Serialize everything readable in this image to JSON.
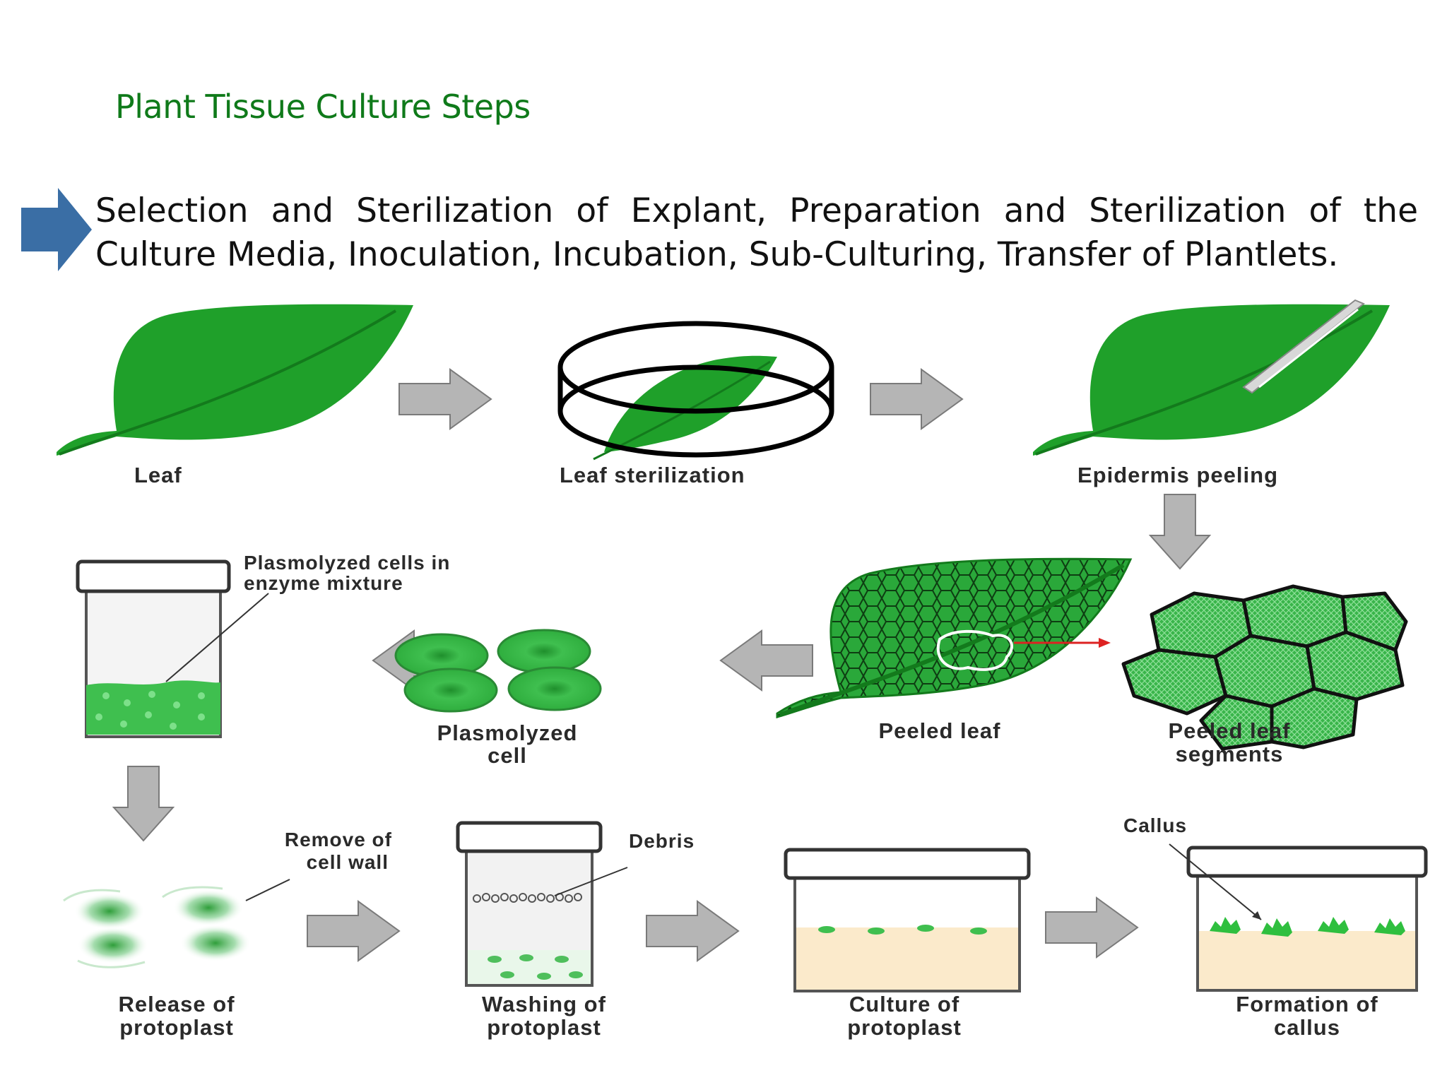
{
  "slide": {
    "title": "Plant Tissue Culture Steps",
    "bullet": "Selection and Sterilization of Explant, Preparation and Sterilization of the Culture Media, Inoculation, Incubation, Sub-Culturing, Transfer of Plantlets."
  },
  "diagram": {
    "labels": {
      "leaf": "Leaf",
      "leaf_sterilization": "Leaf sterilization",
      "epidermis_peeling": "Epidermis peeling",
      "plasmolyzed_cells_line1": "Plasmolyzed cells in",
      "plasmolyzed_cells_line2": "enzyme mixture",
      "plasmolyzed_cell_line1": "Plasmolyzed",
      "plasmolyzed_cell_line2": "cell",
      "peeled_leaf": "Peeled leaf",
      "peeled_segments_line1": "Peeled leaf",
      "peeled_segments_line2": "segments",
      "remove_wall_line1": "Remove of",
      "remove_wall_line2": "cell wall",
      "debris": "Debris",
      "callus": "Callus",
      "release_line1": "Release of",
      "release_line2": "protoplast",
      "washing_line1": "Washing of",
      "washing_line2": "protoplast",
      "culture_line1": "Culture of",
      "culture_line2": "protoplast",
      "formation_line1": "Formation of",
      "formation_line2": "callus"
    }
  },
  "colors": {
    "title": "#0f7a1a",
    "bullet_arrow": "#3a6ea5",
    "leaf_green": "#1fa02a",
    "flow_arrow": "#b5b5b5",
    "culture_medium": "#fbeacb"
  },
  "icons": {
    "bullet": "arrow-right-icon"
  }
}
